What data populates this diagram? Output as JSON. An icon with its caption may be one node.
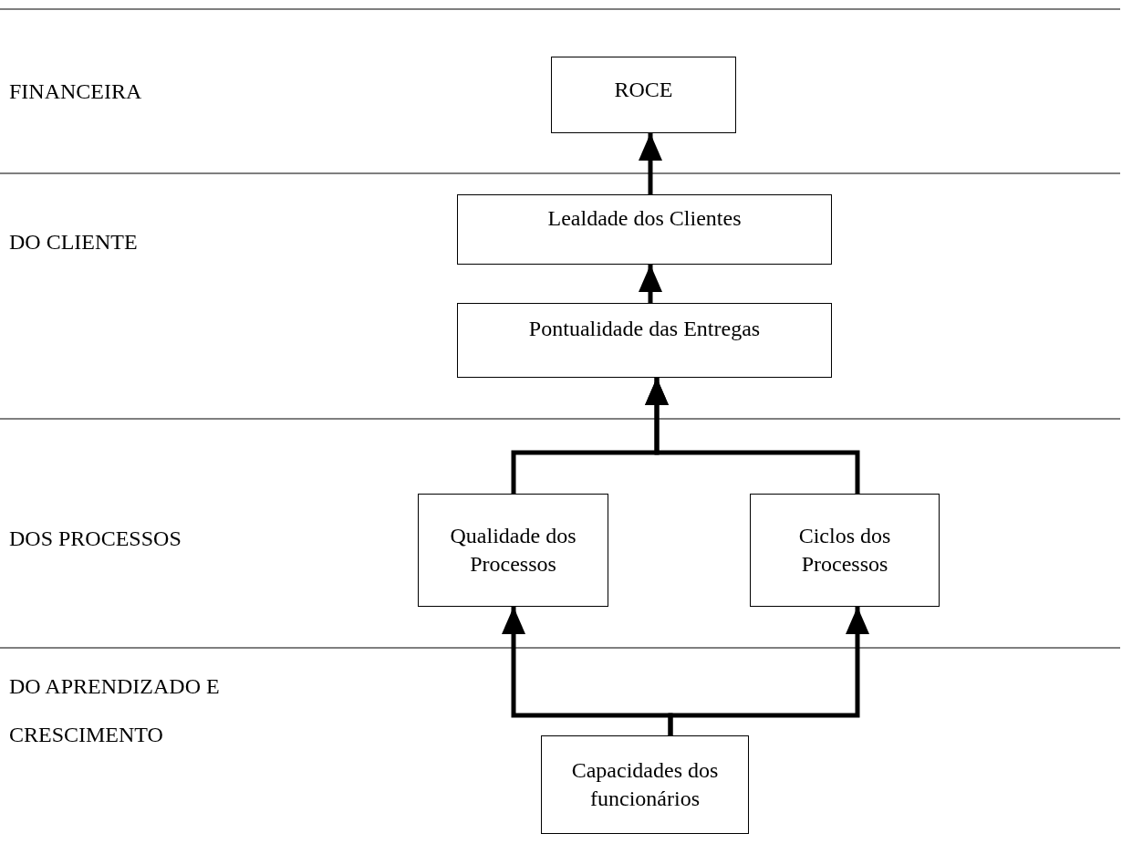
{
  "diagram": {
    "nodes": [
      {
        "text": [
          "ROCE"
        ]
      },
      {
        "text": [
          "Lealdade dos Clientes"
        ]
      },
      {
        "text": [
          "Pontualidade das Entregas"
        ]
      },
      {
        "text": [
          "Qualidade dos Processos"
        ]
      },
      {
        "text": [
          "Ciclos dos Processos"
        ]
      },
      {
        "text": [
          "Capacidades dos funcionários"
        ]
      }
    ],
    "edges": [
      {
        "from": 1,
        "to": 0,
        "arrow": "to"
      },
      {
        "from": 2,
        "to": 1,
        "arrow": "to"
      },
      {
        "from": 3,
        "to": 2,
        "arrow": "to"
      },
      {
        "from": 4,
        "to": 2,
        "arrow": "to"
      },
      {
        "from": 5,
        "to": 3,
        "arrow": "to"
      },
      {
        "from": 5,
        "to": 4,
        "arrow": "to"
      }
    ],
    "labels": [
      "FINANCEIRA",
      "DO CLIENTE",
      "DOS PROCESSOS",
      "DO APRENDIZADO E CRESCIMENTO"
    ]
  }
}
